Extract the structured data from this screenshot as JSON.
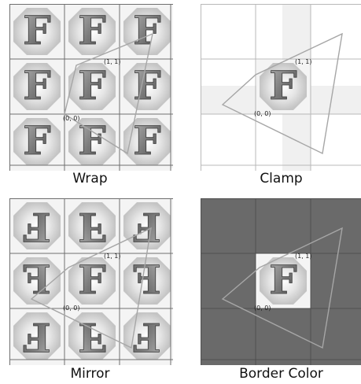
{
  "glyph": "F",
  "coord_origin": "(0, 0)",
  "coord_unit": "(1, 1)",
  "colors": {
    "grid": "#6f6f6f",
    "light_grid": "#c8c8c8",
    "triangle": "#a6a6a6",
    "border_fill": "#6a6a6a",
    "letter_light": "#b3b3b3",
    "letter_dark": "#4a4a4a"
  },
  "panels": [
    {
      "id": "wrap",
      "label": "Wrap",
      "mode": "wrap"
    },
    {
      "id": "clamp",
      "label": "Clamp",
      "mode": "clamp"
    },
    {
      "id": "mirror",
      "label": "Mirror",
      "mode": "mirror"
    },
    {
      "id": "border",
      "label": "Border Color",
      "mode": "border"
    }
  ]
}
